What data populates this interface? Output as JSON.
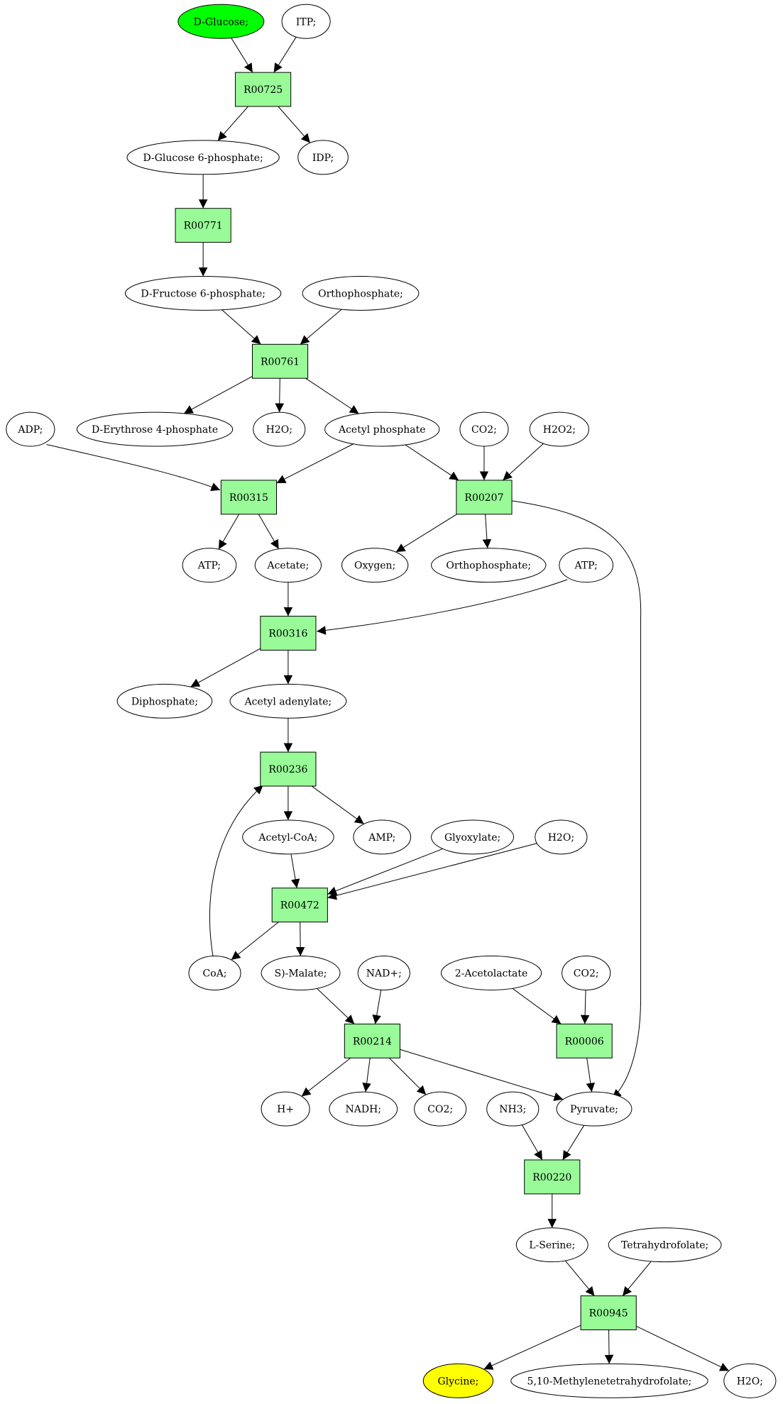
{
  "colors": {
    "reaction_fill": "#98fb98",
    "compound_fill": "#ffffff",
    "source_fill": "#00ff00",
    "target_fill": "#ffff00",
    "stroke": "#000000"
  },
  "nodes": [
    {
      "id": "c_dglucose",
      "kind": "compound",
      "role": "source",
      "label": "D-Glucose;"
    },
    {
      "id": "c_itp",
      "kind": "compound",
      "label": "ITP;"
    },
    {
      "id": "r00725",
      "kind": "reaction",
      "label": "R00725"
    },
    {
      "id": "c_g6p",
      "kind": "compound",
      "label": "D-Glucose 6-phosphate;"
    },
    {
      "id": "c_idp",
      "kind": "compound",
      "label": "IDP;"
    },
    {
      "id": "r00771",
      "kind": "reaction",
      "label": "R00771"
    },
    {
      "id": "c_f6p",
      "kind": "compound",
      "label": "D-Fructose 6-phosphate;"
    },
    {
      "id": "c_orthophos1",
      "kind": "compound",
      "label": "Orthophosphate;"
    },
    {
      "id": "r00761",
      "kind": "reaction",
      "label": "R00761"
    },
    {
      "id": "c_adp",
      "kind": "compound",
      "label": "ADP;"
    },
    {
      "id": "c_e4p",
      "kind": "compound",
      "label": "D-Erythrose 4-phosphate"
    },
    {
      "id": "c_h2o_1",
      "kind": "compound",
      "label": "H2O;"
    },
    {
      "id": "c_acetylphos",
      "kind": "compound",
      "label": "Acetyl phosphate"
    },
    {
      "id": "c_co2_1",
      "kind": "compound",
      "label": "CO2;"
    },
    {
      "id": "c_h2o2",
      "kind": "compound",
      "label": "H2O2;"
    },
    {
      "id": "r00315",
      "kind": "reaction",
      "label": "R00315"
    },
    {
      "id": "r00207",
      "kind": "reaction",
      "label": "R00207"
    },
    {
      "id": "c_atp1",
      "kind": "compound",
      "label": "ATP;"
    },
    {
      "id": "c_acetate",
      "kind": "compound",
      "label": "Acetate;"
    },
    {
      "id": "c_oxygen",
      "kind": "compound",
      "label": "Oxygen;"
    },
    {
      "id": "c_orthophos2",
      "kind": "compound",
      "label": "Orthophosphate;"
    },
    {
      "id": "c_atp2",
      "kind": "compound",
      "label": "ATP;"
    },
    {
      "id": "r00316",
      "kind": "reaction",
      "label": "R00316"
    },
    {
      "id": "c_diphos",
      "kind": "compound",
      "label": "Diphosphate;"
    },
    {
      "id": "c_acetyladen",
      "kind": "compound",
      "label": "Acetyl adenylate;"
    },
    {
      "id": "r00236",
      "kind": "reaction",
      "label": "R00236"
    },
    {
      "id": "c_acetylcoa",
      "kind": "compound",
      "label": "Acetyl-CoA;"
    },
    {
      "id": "c_amp",
      "kind": "compound",
      "label": "AMP;"
    },
    {
      "id": "c_glyoxylate",
      "kind": "compound",
      "label": "Glyoxylate;"
    },
    {
      "id": "c_h2o_2",
      "kind": "compound",
      "label": "H2O;"
    },
    {
      "id": "r00472",
      "kind": "reaction",
      "label": "R00472"
    },
    {
      "id": "c_coa",
      "kind": "compound",
      "label": "CoA;"
    },
    {
      "id": "c_malate",
      "kind": "compound",
      "label": "S)-Malate;"
    },
    {
      "id": "c_nadp",
      "kind": "compound",
      "label": "NAD+;"
    },
    {
      "id": "c_acetolactate",
      "kind": "compound",
      "label": "2-Acetolactate"
    },
    {
      "id": "c_co2_2",
      "kind": "compound",
      "label": "CO2;"
    },
    {
      "id": "r00214",
      "kind": "reaction",
      "label": "R00214"
    },
    {
      "id": "r00006",
      "kind": "reaction",
      "label": "R00006"
    },
    {
      "id": "c_hplus",
      "kind": "compound",
      "label": "H+"
    },
    {
      "id": "c_nadh",
      "kind": "compound",
      "label": "NADH;"
    },
    {
      "id": "c_co2_3",
      "kind": "compound",
      "label": "CO2;"
    },
    {
      "id": "c_nh3",
      "kind": "compound",
      "label": "NH3;"
    },
    {
      "id": "c_pyruvate",
      "kind": "compound",
      "label": "Pyruvate;"
    },
    {
      "id": "r00220",
      "kind": "reaction",
      "label": "R00220"
    },
    {
      "id": "c_lserine",
      "kind": "compound",
      "label": "L-Serine;"
    },
    {
      "id": "c_thf",
      "kind": "compound",
      "label": "Tetrahydrofolate;"
    },
    {
      "id": "r00945",
      "kind": "reaction",
      "label": "R00945"
    },
    {
      "id": "c_glycine",
      "kind": "compound",
      "role": "target",
      "label": "Glycine;"
    },
    {
      "id": "c_mthf",
      "kind": "compound",
      "label": "5,10-Methylenetetrahydrofolate;"
    },
    {
      "id": "c_h2o_3",
      "kind": "compound",
      "label": "H2O;"
    }
  ],
  "edges": [
    {
      "from": "c_dglucose",
      "to": "r00725"
    },
    {
      "from": "c_itp",
      "to": "r00725"
    },
    {
      "from": "r00725",
      "to": "c_g6p"
    },
    {
      "from": "r00725",
      "to": "c_idp"
    },
    {
      "from": "c_g6p",
      "to": "r00771"
    },
    {
      "from": "r00771",
      "to": "c_f6p"
    },
    {
      "from": "c_f6p",
      "to": "r00761"
    },
    {
      "from": "c_orthophos1",
      "to": "r00761"
    },
    {
      "from": "r00761",
      "to": "c_e4p"
    },
    {
      "from": "r00761",
      "to": "c_h2o_1"
    },
    {
      "from": "r00761",
      "to": "c_acetylphos"
    },
    {
      "from": "c_adp",
      "to": "r00315"
    },
    {
      "from": "c_acetylphos",
      "to": "r00315"
    },
    {
      "from": "c_acetylphos",
      "to": "r00207"
    },
    {
      "from": "c_co2_1",
      "to": "r00207"
    },
    {
      "from": "c_h2o2",
      "to": "r00207"
    },
    {
      "from": "r00315",
      "to": "c_atp1"
    },
    {
      "from": "r00315",
      "to": "c_acetate"
    },
    {
      "from": "r00207",
      "to": "c_oxygen"
    },
    {
      "from": "r00207",
      "to": "c_orthophos2"
    },
    {
      "from": "r00207",
      "to": "c_pyruvate"
    },
    {
      "from": "c_acetate",
      "to": "r00316"
    },
    {
      "from": "c_atp2",
      "to": "r00316"
    },
    {
      "from": "r00316",
      "to": "c_diphos"
    },
    {
      "from": "r00316",
      "to": "c_acetyladen"
    },
    {
      "from": "c_acetyladen",
      "to": "r00236"
    },
    {
      "from": "c_coa",
      "to": "r00236"
    },
    {
      "from": "r00236",
      "to": "c_acetylcoa"
    },
    {
      "from": "r00236",
      "to": "c_amp"
    },
    {
      "from": "c_acetylcoa",
      "to": "r00472"
    },
    {
      "from": "c_glyoxylate",
      "to": "r00472"
    },
    {
      "from": "c_h2o_2",
      "to": "r00472"
    },
    {
      "from": "r00472",
      "to": "c_coa"
    },
    {
      "from": "r00472",
      "to": "c_malate"
    },
    {
      "from": "c_malate",
      "to": "r00214"
    },
    {
      "from": "c_nadp",
      "to": "r00214"
    },
    {
      "from": "c_acetolactate",
      "to": "r00006"
    },
    {
      "from": "c_co2_2",
      "to": "r00006"
    },
    {
      "from": "r00214",
      "to": "c_hplus"
    },
    {
      "from": "r00214",
      "to": "c_nadh"
    },
    {
      "from": "r00214",
      "to": "c_co2_3"
    },
    {
      "from": "r00214",
      "to": "c_pyruvate"
    },
    {
      "from": "r00006",
      "to": "c_pyruvate"
    },
    {
      "from": "c_nh3",
      "to": "r00220"
    },
    {
      "from": "c_pyruvate",
      "to": "r00220"
    },
    {
      "from": "r00220",
      "to": "c_lserine"
    },
    {
      "from": "c_lserine",
      "to": "r00945"
    },
    {
      "from": "c_thf",
      "to": "r00945"
    },
    {
      "from": "r00945",
      "to": "c_glycine"
    },
    {
      "from": "r00945",
      "to": "c_mthf"
    },
    {
      "from": "r00945",
      "to": "c_h2o_3"
    }
  ]
}
